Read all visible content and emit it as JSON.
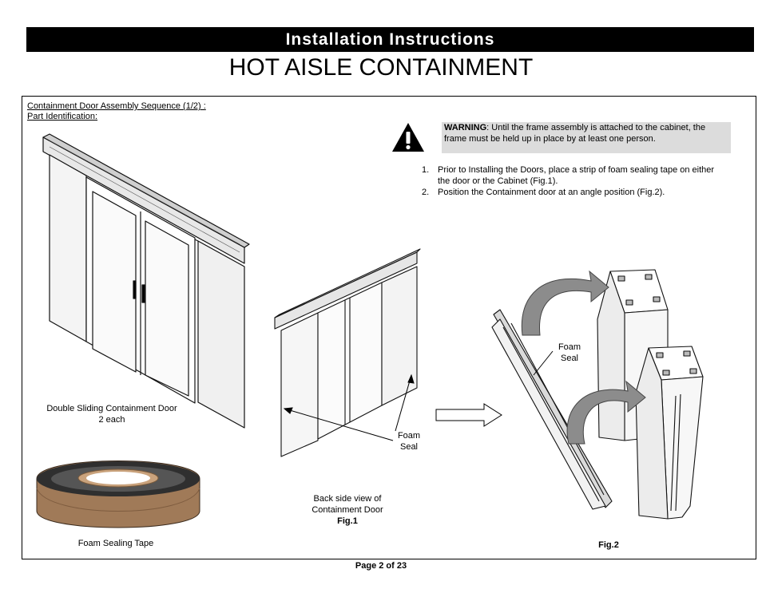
{
  "header": {
    "bar_title": "Installation Instructions",
    "main_title": "HOT AISLE CONTAINMENT"
  },
  "section": {
    "title": "Containment Door Assembly Sequence (1/2) :",
    "subtitle": "Part Identification:"
  },
  "warning": {
    "label": "WARNING",
    "text": ": Until the frame assembly is attached to the cabinet, the frame must be held up in place by at least one person."
  },
  "steps": [
    {
      "num": "1.",
      "text": "Prior to Installing the Doors, place a strip of foam sealing tape on either the door or the Cabinet (Fig.1)."
    },
    {
      "num": "2.",
      "text": "Position the Containment door at an angle position (Fig.2)."
    }
  ],
  "captions": {
    "double_door_line1": "Double Sliding Containment Door",
    "double_door_line2": "2 each",
    "foam_tape": "Foam Sealing Tape",
    "back_view_line1": "Back side view of",
    "back_view_line2": "Containment Door",
    "fig1": "Fig.1",
    "foam_seal_line1": "Foam",
    "foam_seal_line2": "Seal",
    "fig2": "Fig.2",
    "fig2_seal_line1": "Foam",
    "fig2_seal_line2": "Seal"
  },
  "footer": {
    "page": "Page 2 of 23"
  }
}
